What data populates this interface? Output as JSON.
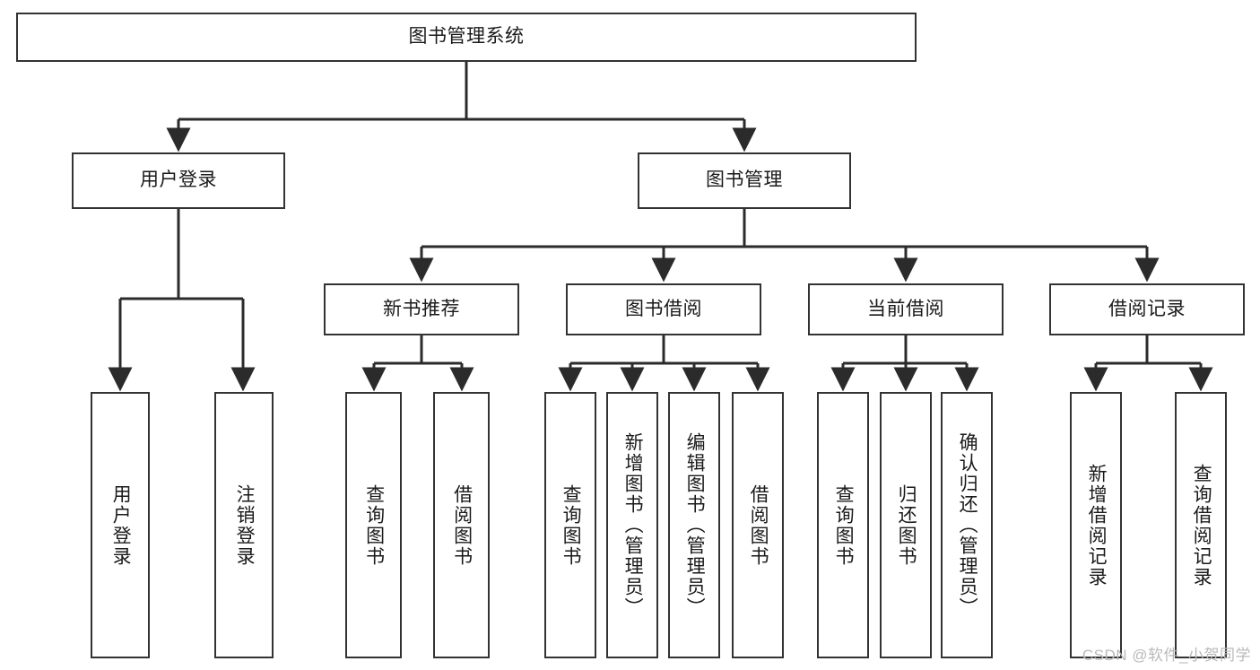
{
  "diagram": {
    "type": "hierarchy-tree",
    "title": "图书管理系统",
    "orientation": "top-down",
    "levels": 4,
    "root": {
      "id": "root",
      "label": "图书管理系统"
    },
    "level2": [
      {
        "id": "user-login",
        "label": "用户登录"
      },
      {
        "id": "book-manage",
        "label": "图书管理"
      }
    ],
    "level3": [
      {
        "id": "new-book-rec",
        "label": "新书推荐",
        "parent": "book-manage"
      },
      {
        "id": "book-borrow",
        "label": "图书借阅",
        "parent": "book-manage"
      },
      {
        "id": "current-borrow",
        "label": "当前借阅",
        "parent": "book-manage"
      },
      {
        "id": "borrow-record",
        "label": "借阅记录",
        "parent": "book-manage"
      }
    ],
    "leaves": [
      {
        "id": "leaf-user-login",
        "label": "用户登录",
        "parent": "user-login"
      },
      {
        "id": "leaf-logout",
        "label": "注销登录",
        "parent": "user-login"
      },
      {
        "id": "leaf-query-book-1",
        "label": "查询图书",
        "parent": "new-book-rec"
      },
      {
        "id": "leaf-borrow-book-1",
        "label": "借阅图书",
        "parent": "new-book-rec"
      },
      {
        "id": "leaf-query-book-2",
        "label": "查询图书",
        "parent": "book-borrow"
      },
      {
        "id": "leaf-add-book",
        "label": "新增图书（管理员）",
        "parent": "book-borrow"
      },
      {
        "id": "leaf-edit-book",
        "label": "编辑图书（管理员）",
        "parent": "book-borrow"
      },
      {
        "id": "leaf-borrow-book-2",
        "label": "借阅图书",
        "parent": "book-borrow"
      },
      {
        "id": "leaf-query-book-3",
        "label": "查询图书",
        "parent": "current-borrow"
      },
      {
        "id": "leaf-return-book",
        "label": "归还图书",
        "parent": "current-borrow"
      },
      {
        "id": "leaf-confirm-return",
        "label": "确认归还（管理员）",
        "parent": "current-borrow"
      },
      {
        "id": "leaf-add-record",
        "label": "新增借阅记录",
        "parent": "borrow-record"
      },
      {
        "id": "leaf-query-record",
        "label": "查询借阅记录",
        "parent": "borrow-record"
      }
    ]
  },
  "watermark": {
    "text": "CSDN @软件_小贺同学"
  },
  "colors": {
    "background": "#ffffff",
    "node_border": "#333333",
    "node_fill": "#ffffff",
    "edge": "#2b2b2b",
    "text": "#1a1a1a",
    "watermark": "#b9b9b9"
  }
}
